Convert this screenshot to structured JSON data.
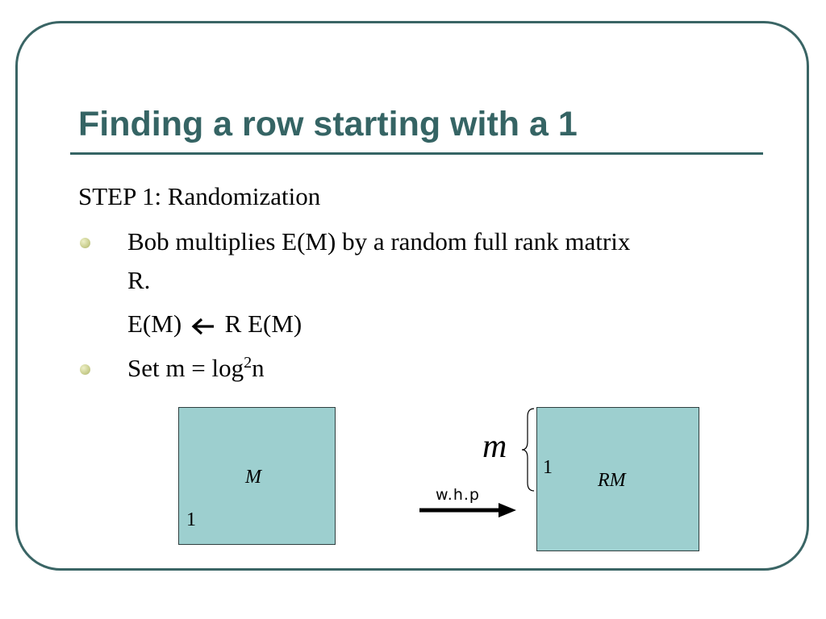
{
  "slide": {
    "title": "Finding a row starting with a 1",
    "step_heading": "STEP 1: Randomization",
    "bullets": [
      {
        "line1": "Bob multiplies E(M) by a random full rank matrix",
        "line2": "R.",
        "formula_lhs": "E(M)",
        "formula_rhs": "R E(M)"
      },
      {
        "text_before": "Set m = log",
        "superscript": "2",
        "text_after": "n"
      }
    ]
  },
  "diagram": {
    "left_box": {
      "label": "M",
      "corner_value": "1"
    },
    "right_box": {
      "label": "RM",
      "corner_value": "1"
    },
    "brace_label": "m",
    "arrow_label": "w.h.p",
    "box_fill": "#9dcfcf"
  },
  "colors": {
    "title": "#356464",
    "frame": "#3a6565",
    "bullet": "#c9ce8e"
  }
}
